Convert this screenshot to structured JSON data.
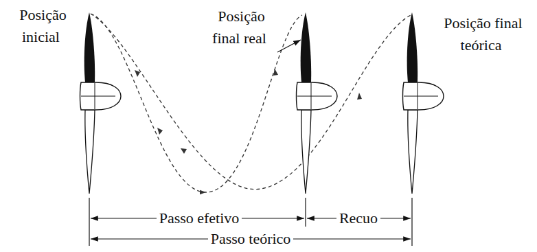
{
  "diagram": {
    "labels": [
      "Posição inicial",
      "Posição final real",
      "Posição final teórica",
      "Passo efetivo",
      "Recuo",
      "Passo teórico"
    ]
  }
}
